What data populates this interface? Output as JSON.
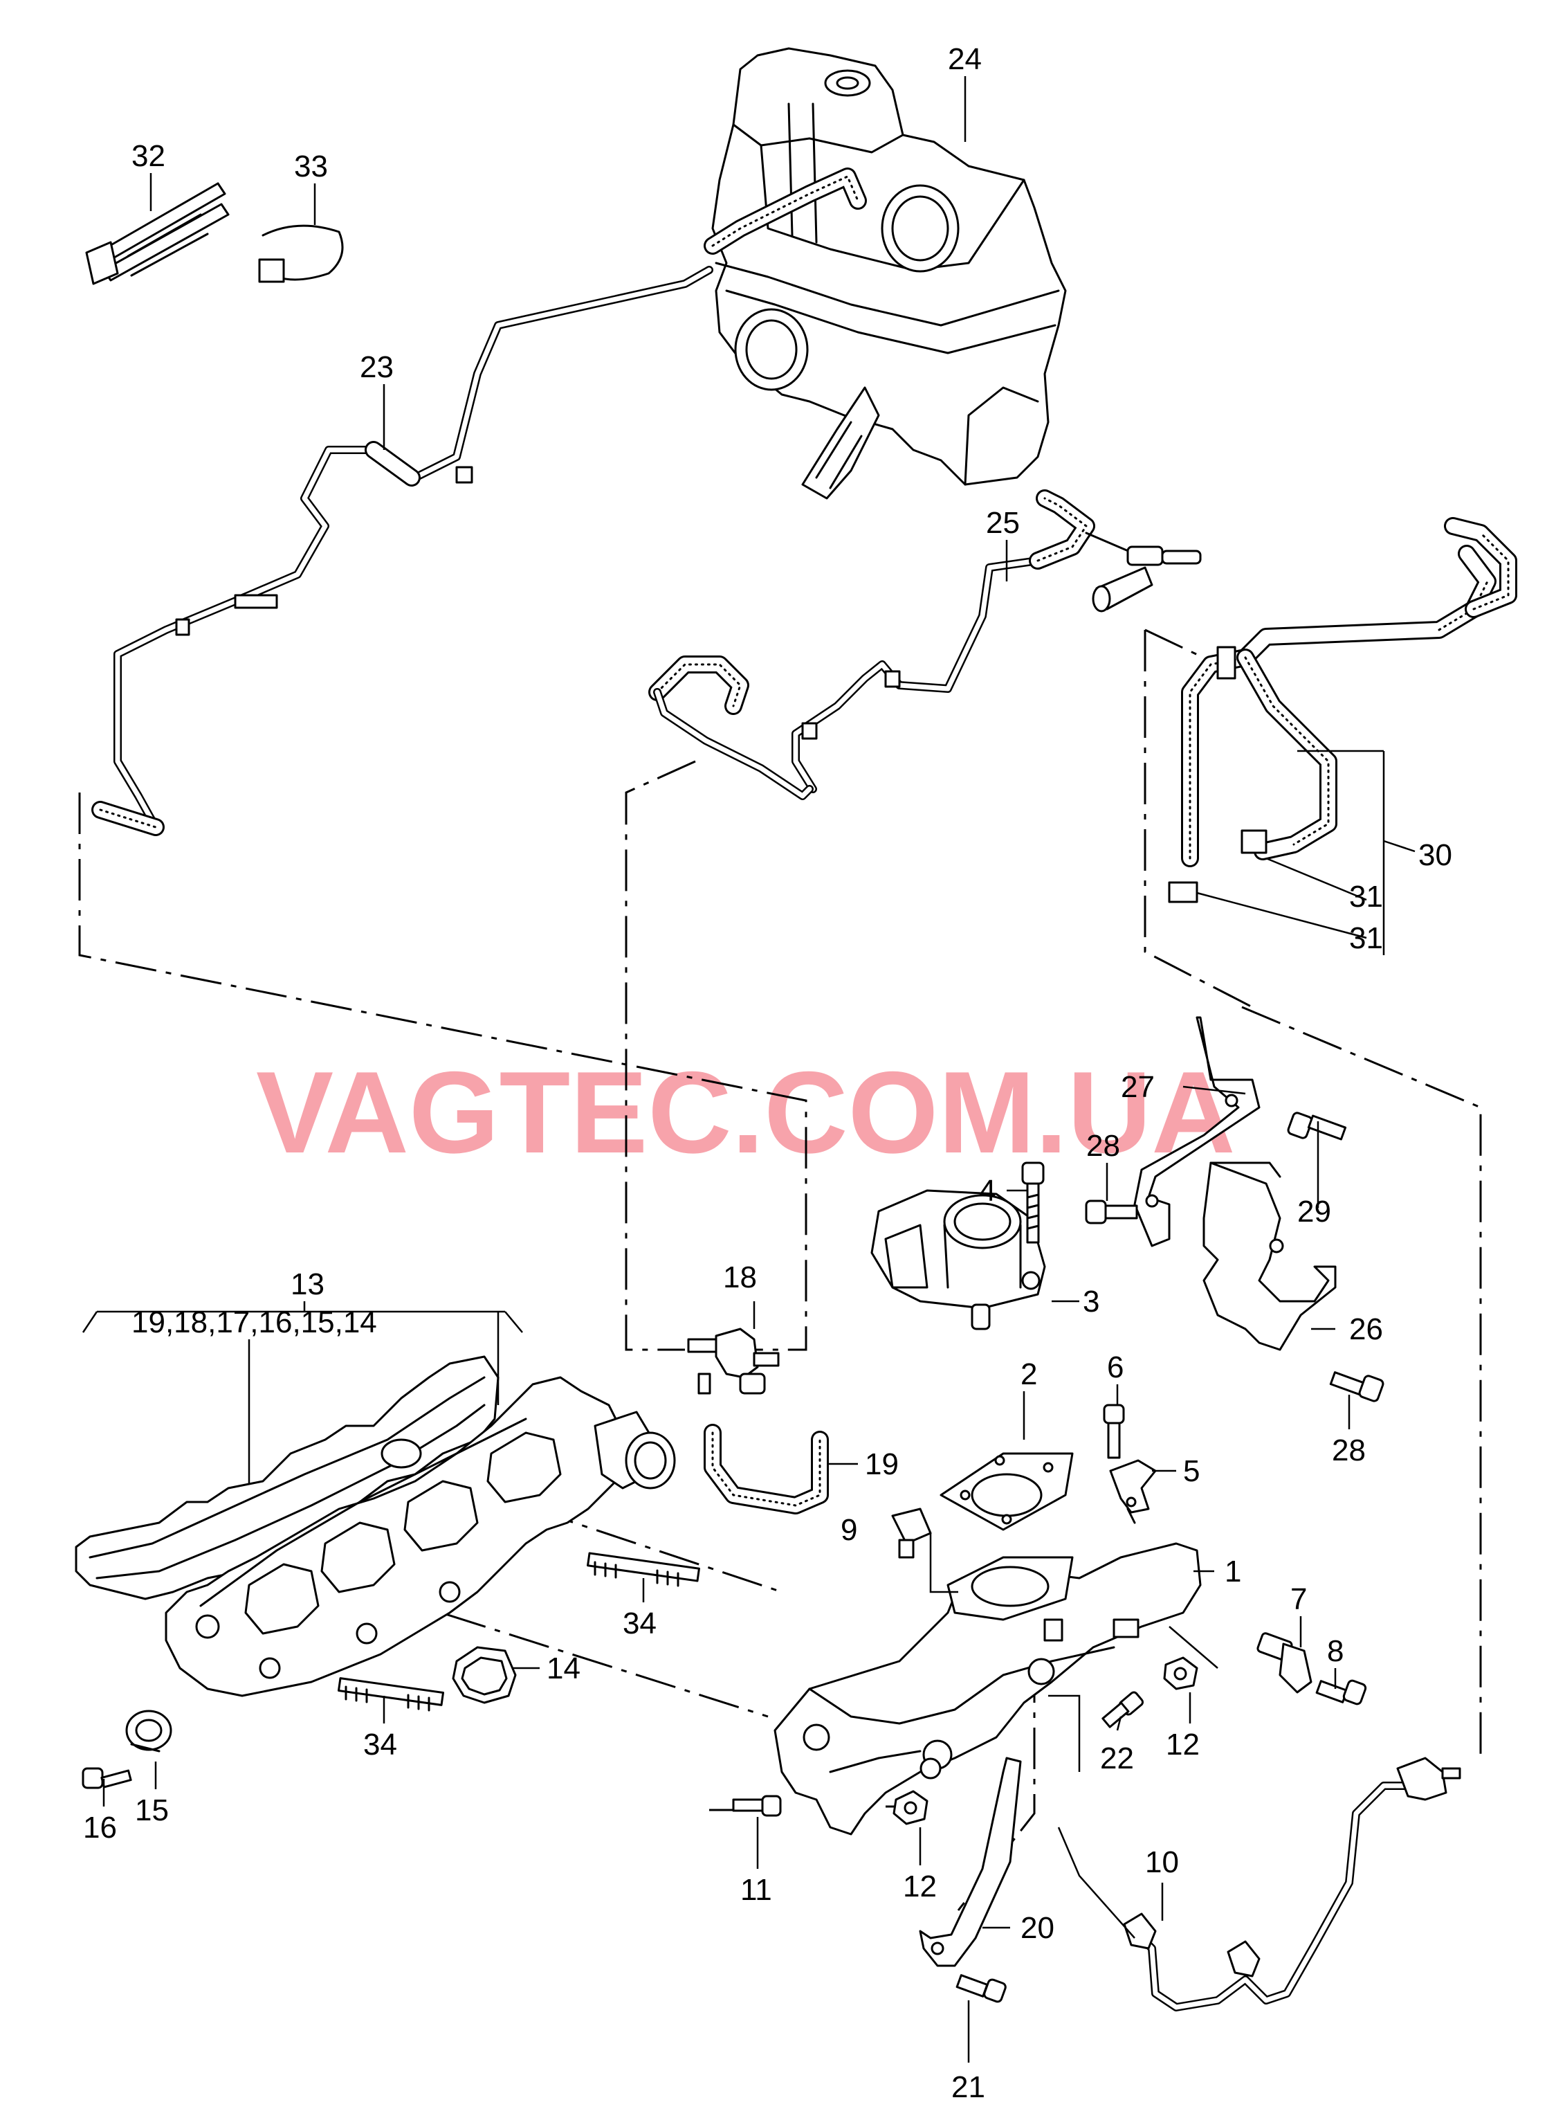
{
  "watermark": "VAGTEC.COM.UA",
  "callouts": {
    "p1": "1",
    "p2": "2",
    "p3": "3",
    "p4": "4",
    "p5": "5",
    "p6": "6",
    "p7": "7",
    "p8": "8",
    "p9": "9",
    "p10": "10",
    "p11": "11",
    "p12a": "12",
    "p12b": "12",
    "p13": "13",
    "p13group": "19,18,17,16,15,14",
    "p14": "14",
    "p15": "15",
    "p16": "16",
    "p18": "18",
    "p19": "19",
    "p20": "20",
    "p21": "21",
    "p22": "22",
    "p23": "23",
    "p24": "24",
    "p25": "25",
    "p26": "26",
    "p27": "27",
    "p28a": "28",
    "p28b": "28",
    "p29": "29",
    "p30": "30",
    "p31a": "31",
    "p31b": "31",
    "p32": "32",
    "p33": "33",
    "p34a": "34",
    "p34b": "34"
  }
}
